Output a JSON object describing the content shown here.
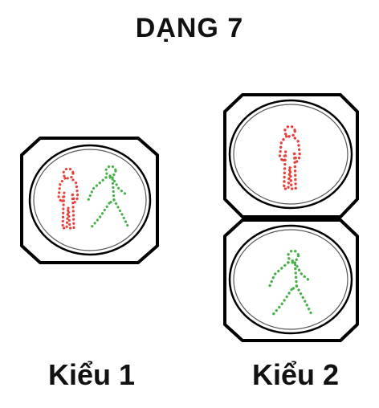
{
  "title": "DẠNG 7",
  "types": [
    {
      "label": "Kiểu 1"
    },
    {
      "label": "Kiểu 2"
    }
  ],
  "colors": {
    "red_figure": "#e8413c",
    "green_figure": "#4ab04a",
    "housing_outline": "#000000",
    "text": "#111111"
  },
  "icons": {
    "type1": [
      "red-standing-pedestrian-icon",
      "green-walking-pedestrian-icon"
    ],
    "type2_top": "red-standing-pedestrian-icon",
    "type2_bottom": "green-walking-pedestrian-icon"
  }
}
